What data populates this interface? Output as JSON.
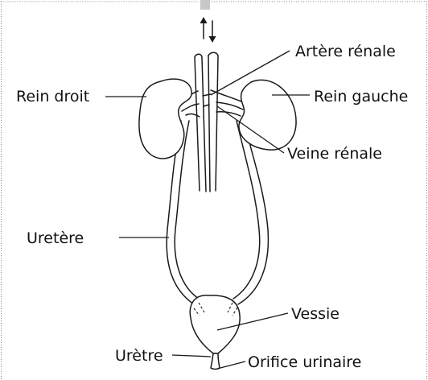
{
  "labels": {
    "rein_droit": "Rein droit",
    "rein_gauche": "Rein gauche",
    "artere_renale": "Artère rénale",
    "veine_renale": "Veine rénale",
    "uretere": "Uretère",
    "vessie": "Vessie",
    "uretre": "Urètre",
    "orifice_urinaire": "Orifice urinaire"
  },
  "flow_arrows": [
    "up",
    "down"
  ]
}
